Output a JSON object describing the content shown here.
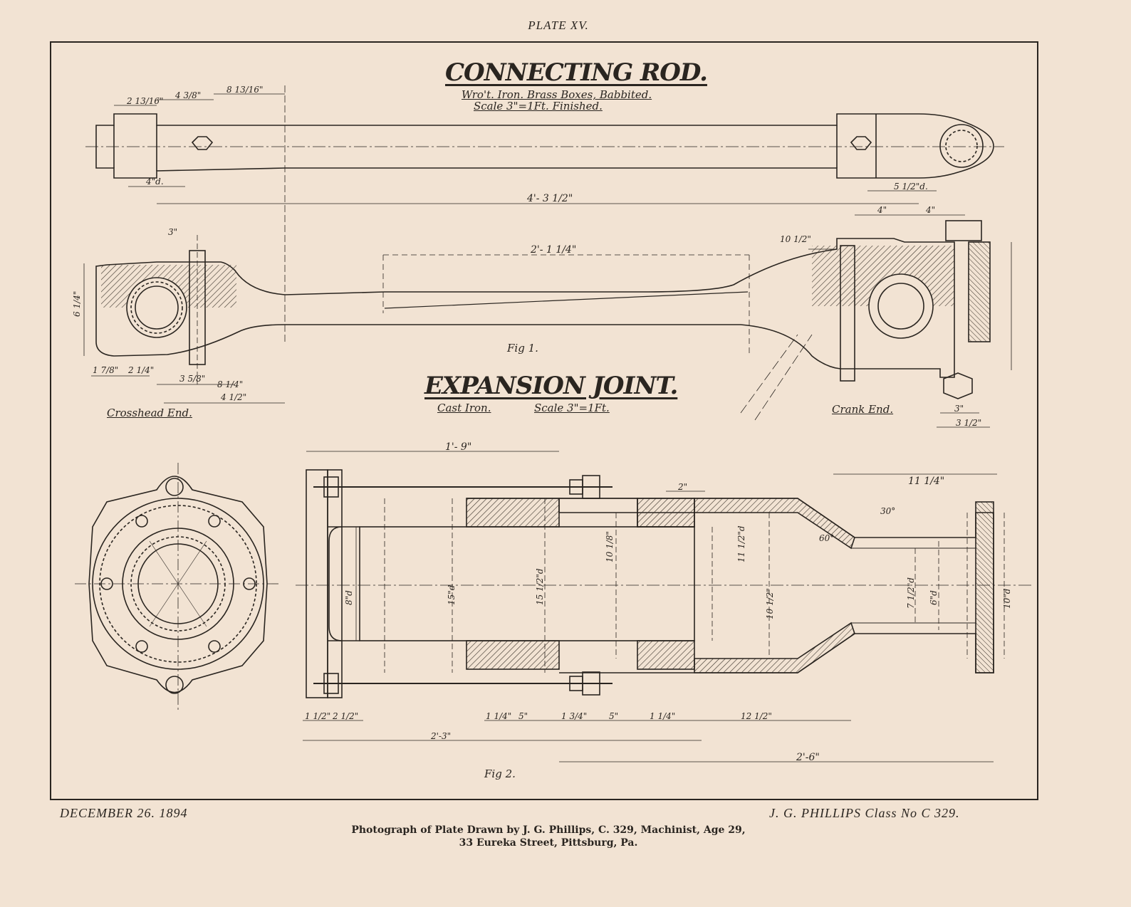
{
  "plate": "PLATE XV.",
  "fig1": {
    "title": "CONNECTING ROD.",
    "material": "Wro't. Iron. Brass Boxes, Babbited.",
    "scale": "Scale 3\"=1Ft. Finished.",
    "caption": "Fig 1.",
    "left_end": "Crosshead End.",
    "right_end": "Crank End."
  },
  "fig2": {
    "title": "EXPANSION JOINT.",
    "material": "Cast Iron.",
    "scale": "Scale 3\"=1Ft.",
    "caption": "Fig 2."
  },
  "dims": {
    "d1": "2 13/16\"",
    "d2": "4 3/8\"",
    "d3": "8 13/16\"",
    "d4": "4\"d.",
    "d5": "4'- 3 1/2\"",
    "d6": "5 1/2\"d.",
    "d7": "2'- 1 1/4\"",
    "d8": "4\"",
    "d9": "4\"",
    "d10": "10 1/2\"",
    "d11": "6 1/4\"",
    "d12": "3\"",
    "d13": "1 7/8\"",
    "d14": "2 1/4\"",
    "d15": "3 5/8\"",
    "d16": "8 1/4\"",
    "d17": "4 1/2\"",
    "d18": "3\"",
    "d19": "3 1/2\"",
    "d20": "1'- 9\"",
    "d21": "11 1/4\"",
    "d22": "2\"",
    "d23": "1 1/2\"",
    "d24": "2 1/2\"",
    "d25": "1 1/4\"",
    "d26": "5\"",
    "d27": "1 3/4\"",
    "d28": "5\"",
    "d29": "1 1/4\"",
    "d30": "12 1/2\"",
    "d31": "2'-3\"",
    "d32": "2'-6\"",
    "d33": "8\"d",
    "d34": "15\"d",
    "d35": "15 1/2\"d",
    "d36": "10 1/8\"",
    "d37": "11 1/2\"d",
    "d38": "10 1/2\"",
    "d39": "10\"d",
    "d40": "6\"d",
    "d41": "7 1/2\"d",
    "d42": "30°",
    "d43": "60°"
  },
  "footer": {
    "date": "DECEMBER 26. 1894",
    "author": "J. G. PHILLIPS  Class No C 329.",
    "caption_line1": "Photograph of Plate Drawn by J. G. Phillips, C. 329, Machinist, Age 29,",
    "caption_line2": "33 Eureka Street, Pittsburg, Pa."
  },
  "colors": {
    "paper": "#f2e3d3",
    "ink": "#2a2520",
    "hatch": "#3b332b"
  }
}
